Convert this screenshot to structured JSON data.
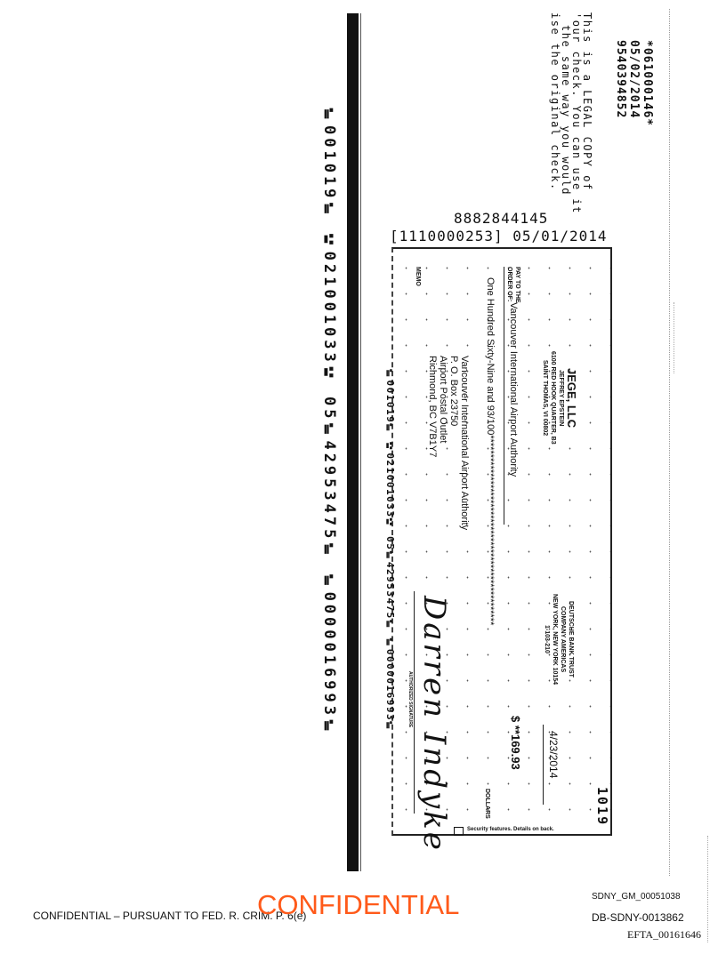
{
  "stamp": {
    "lines": [
      "*061000146*",
      "05/02/2014",
      "9540394852"
    ]
  },
  "legal_copy": {
    "lines": [
      "This is a LEGAL COPY of",
      "'our check. You can use it",
      "the same way you would",
      "ise the original check."
    ]
  },
  "header": {
    "account_number": "8882844145",
    "routing_date": "[1110000253] 05/01/2014"
  },
  "outer_micr": "⑈001019⑈   ⑆021001033⑆   05⑈42953475⑈   ⑈0000016993⑈",
  "check": {
    "number": "1019",
    "payer": {
      "name": "JEGE, LLC",
      "lines": [
        "JEFFREY EPSTEIN",
        "6100 RED HOOK QUARTER, B3",
        "SAINT THOMAS, VI 00802"
      ]
    },
    "bank": {
      "lines": [
        "DEUTSCHE BANK TRUST",
        "COMPANY AMERICAS",
        "NEW YORK, NEW YORK 10154",
        "1-103-210"
      ]
    },
    "date": "4/23/2014",
    "pay_to_label": [
      "PAY TO THE",
      "ORDER OF:"
    ],
    "payee": "Vancouver International Airport Authority",
    "amount_numeric": "$ **169.93",
    "amount_words": "One Hundred Sixty-Nine and 93/100**************************************************",
    "dollars_label": "DOLLARS",
    "address": [
      "Vancouver International Airport Authority",
      "P. O. Box 23750",
      "Airport Postal Outlet",
      "Richmond, BC V7B1Y7"
    ],
    "memo_label": "MEMO",
    "signature": "Darren Indyke",
    "authorized_signature_label": "AUTHORIZED SIGNATURE",
    "security_note": "Security features. Details on back.",
    "micr": "⑈001019⑈ ⑆021001033⑆ 05⑈42953475⑈ ⑈0000016993⑈"
  },
  "footer": {
    "bates_top": "SDNY_GM_00051038",
    "confidential_notice": "CONFIDENTIAL – PURSUANT TO FED. R. CRIM. P. 6(e)",
    "confidential_stamp": "CONFIDENTIAL",
    "bates_db": "DB-SDNY-0013862",
    "efta": "EFTA_00161646"
  },
  "colors": {
    "stamp_orange": "#ff5a1a"
  }
}
